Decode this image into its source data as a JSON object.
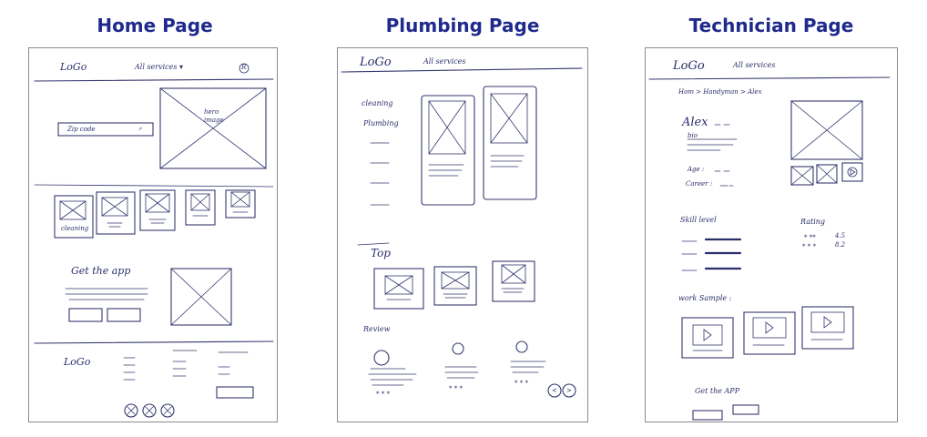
{
  "titles": {
    "home": "Home Page",
    "plumbing": "Plumbing Page",
    "technician": "Technician Page"
  },
  "home": {
    "logo": "LoGo",
    "nav": "All services",
    "nav_caret": "▾",
    "account_glyph": "R",
    "search_placeholder": "Zip code",
    "hero_image": "hero image",
    "category_label": "cleaning",
    "get_app": "Get the app",
    "footer_logo": "LoGo"
  },
  "plumbing": {
    "logo": "LoGo",
    "nav": "All services",
    "sidebar": [
      "cleaning",
      "Plumbing"
    ],
    "top_heading": "Top",
    "review_heading": "Review",
    "review_stars": [
      "* * *",
      "* * *",
      "* * *"
    ],
    "prev_glyph": "<",
    "next_glyph": ">"
  },
  "technician": {
    "logo": "LoGo",
    "nav": "All services",
    "breadcrumb": "Hom > Handyman > Alex",
    "name": "Alex",
    "bio_label": "bio",
    "age_label": "Age :",
    "career_label": "Career :",
    "skill_heading": "Skill level",
    "rating_heading": "Rating",
    "ratings": [
      {
        "stars": "* **",
        "value": "4.5"
      },
      {
        "stars": "* * *",
        "value": "8.2"
      }
    ],
    "work_sample_heading": "work Sample :",
    "get_app": "Get the APP"
  },
  "colors": {
    "title": "#1f2a8c",
    "ink": "#34386e"
  }
}
